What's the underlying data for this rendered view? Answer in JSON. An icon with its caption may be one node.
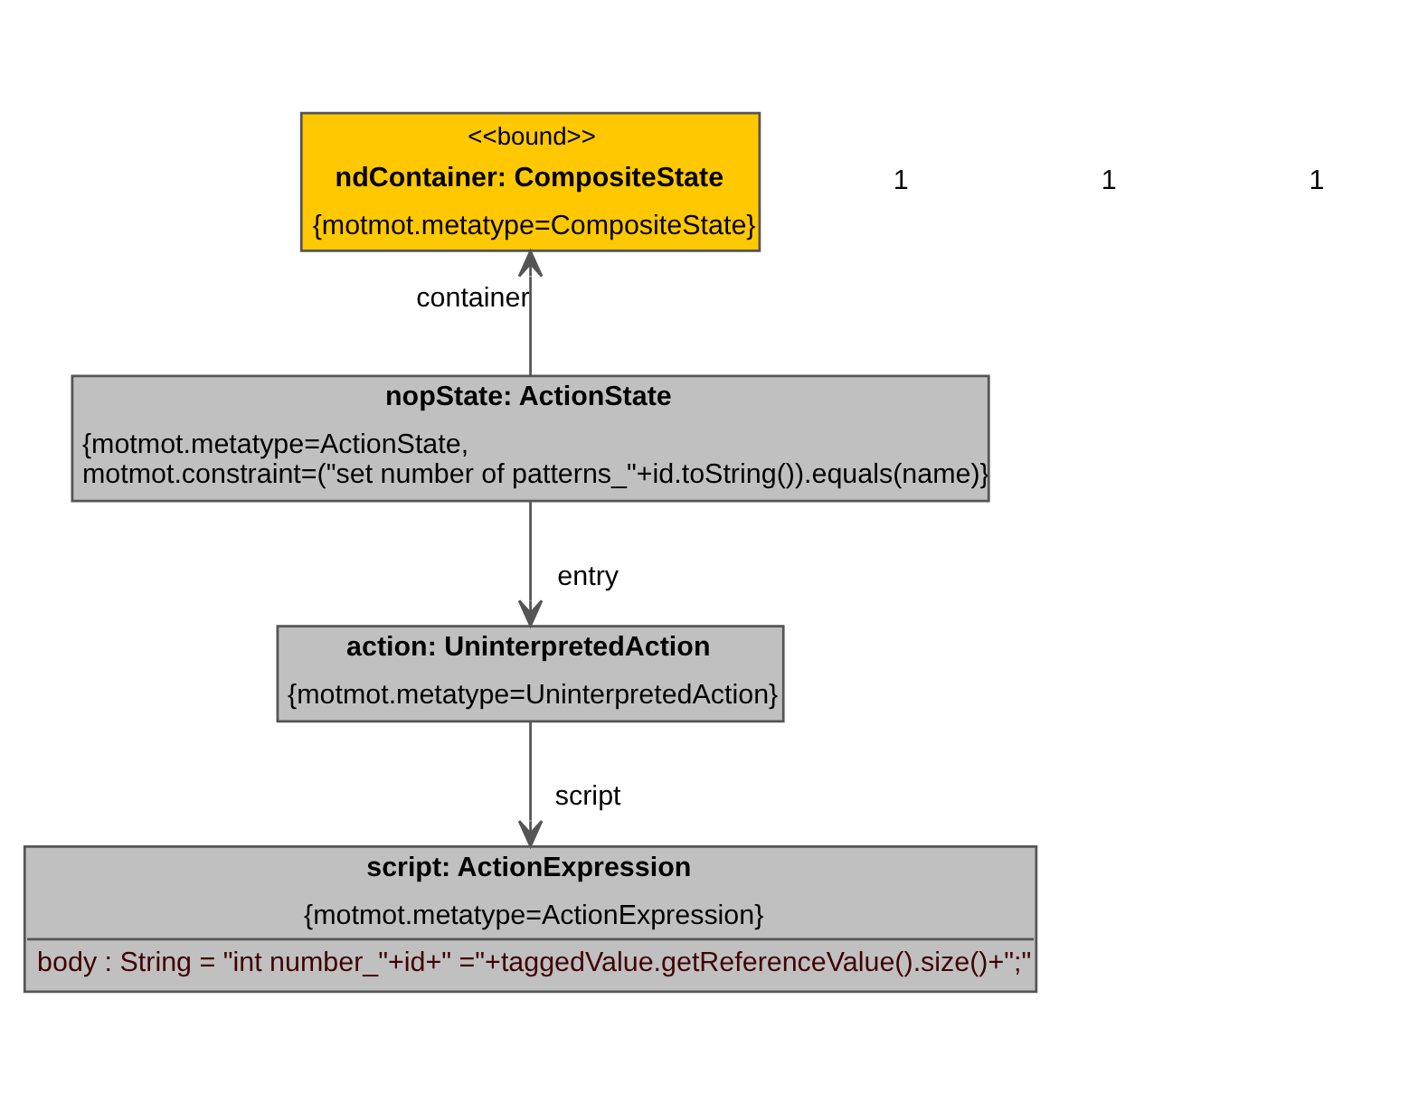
{
  "diagram": {
    "nodes": [
      {
        "text": [
          "<<bound>>",
          "ndContainer: CompositeState",
          "{motmot.metatype=CompositeState}"
        ]
      },
      {
        "text": [
          "nopState: ActionState",
          "{motmot.metatype=ActionState, motmot.constraint=(\"set number of patterns_\"+id.toString()).equals(name)}"
        ]
      },
      {
        "text": [
          "action: UninterpretedAction",
          "{motmot.metatype=UninterpretedAction}"
        ]
      },
      {
        "text": [
          "script: ActionExpression",
          "{motmot.metatype=ActionExpression}",
          "body : String = \"int number_\"+id+\" =\"+taggedValue.getReferenceValue().size()+\";\""
        ]
      }
    ],
    "edges": [
      {
        "from": 1,
        "to": 0,
        "arrow": "to",
        "label": "container"
      },
      {
        "from": 1,
        "to": 2,
        "arrow": "to",
        "label": "entry"
      },
      {
        "from": 2,
        "to": 3,
        "arrow": "to",
        "label": "script"
      }
    ],
    "labels": [
      "1",
      "1",
      "1"
    ]
  }
}
